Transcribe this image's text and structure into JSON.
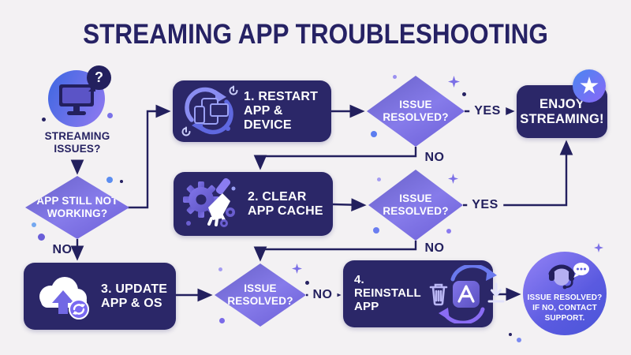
{
  "title": "STREAMING APP TROUBLESHOOTING",
  "colors": {
    "background": "#f3f1f3",
    "navy_ink": "#262262",
    "box_fill": "#2b2768",
    "diamond_gradient_start": "#6c64cc",
    "diamond_gradient_end": "#8478ea",
    "accent_blue": "#4a6ae4",
    "accent_purple": "#8577ee",
    "text_white": "#ffffff"
  },
  "nodes": {
    "start": {
      "label": "STREAMING\nISSUES?",
      "bubble": "?",
      "icon": "monitor-icon"
    },
    "step1": {
      "label": "1. RESTART\nAPP & DEVICE",
      "icon": "restart-devices-icon"
    },
    "decision1": {
      "label": "ISSUE\nRESOLVED?"
    },
    "enjoy": {
      "label": "ENJOY\nSTREAMING!",
      "icon": "star-badge-icon"
    },
    "decision_app": {
      "label": "APP STILL NOT\nWORKING?"
    },
    "step2": {
      "label": "2. CLEAR\nAPP CACHE",
      "icon": "gear-brush-icon"
    },
    "decision2": {
      "label": "ISSUE\nRESOLVED?"
    },
    "step3": {
      "label": "3. UPDATE\nAPP & OS",
      "icon": "cloud-update-icon"
    },
    "decision3": {
      "label": "ISSUE\nRESOLVED?"
    },
    "step4": {
      "label": "4.\nREINSTALL\nAPP",
      "icon": "trash-appstore-download-icons"
    },
    "support": {
      "label": "ISSUE RESOLVED?\nIF NO, CONTACT\nSUPPORT.",
      "icon": "support-agent-icon"
    }
  },
  "edges": {
    "yes1": "YES",
    "no1": "NO",
    "yes2": "YES",
    "no2": "NO",
    "no_app": "NO",
    "no3": "NO"
  }
}
